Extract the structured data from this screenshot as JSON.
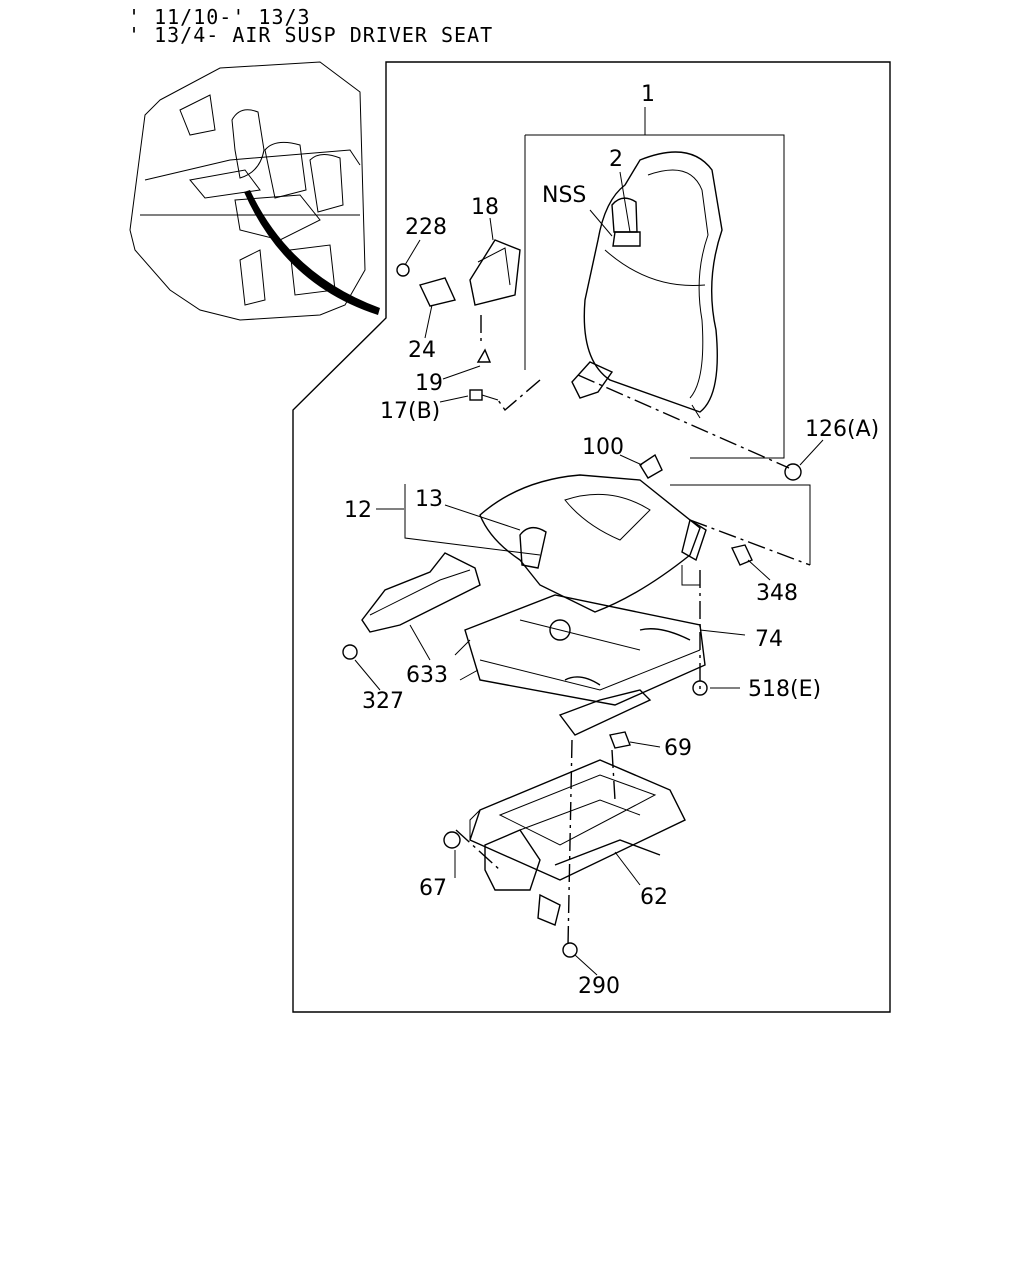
{
  "header": {
    "line1": "' 11/10-' 13/3",
    "line2": "' 13/4- AIR SUSP DRIVER SEAT"
  },
  "callouts": [
    {
      "id": "p1",
      "label": "1"
    },
    {
      "id": "p2",
      "label": "2"
    },
    {
      "id": "pnss",
      "label": "NSS"
    },
    {
      "id": "p18",
      "label": "18"
    },
    {
      "id": "p228",
      "label": "228"
    },
    {
      "id": "p24",
      "label": "24"
    },
    {
      "id": "p19",
      "label": "19"
    },
    {
      "id": "p17b",
      "label": "17(B)"
    },
    {
      "id": "p126a",
      "label": "126(A)"
    },
    {
      "id": "p100",
      "label": "100"
    },
    {
      "id": "p12",
      "label": "12"
    },
    {
      "id": "p13",
      "label": "13"
    },
    {
      "id": "p348",
      "label": "348"
    },
    {
      "id": "p74",
      "label": "74"
    },
    {
      "id": "p633",
      "label": "633"
    },
    {
      "id": "p327",
      "label": "327"
    },
    {
      "id": "p518e",
      "label": "518(E)"
    },
    {
      "id": "p69",
      "label": "69"
    },
    {
      "id": "p67",
      "label": "67"
    },
    {
      "id": "p62",
      "label": "62"
    },
    {
      "id": "p290",
      "label": "290"
    }
  ]
}
